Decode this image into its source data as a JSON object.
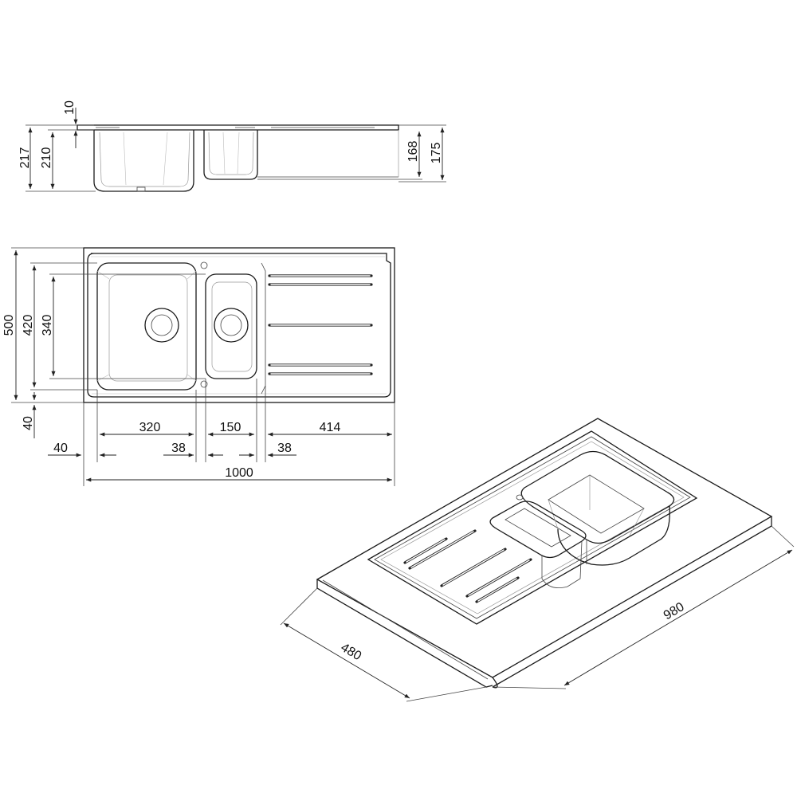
{
  "drawing": {
    "labels": {
      "d10": "10",
      "d217": "217",
      "d210": "210",
      "d168": "168",
      "d175": "175",
      "d500": "500",
      "d420": "420",
      "d340": "340",
      "d40_left": "40",
      "d320": "320",
      "d150": "150",
      "d414": "414",
      "d40_bottom": "40",
      "d38_a": "38",
      "d38_b": "38",
      "d1000": "1000",
      "d480": "480",
      "d980": "980"
    }
  }
}
